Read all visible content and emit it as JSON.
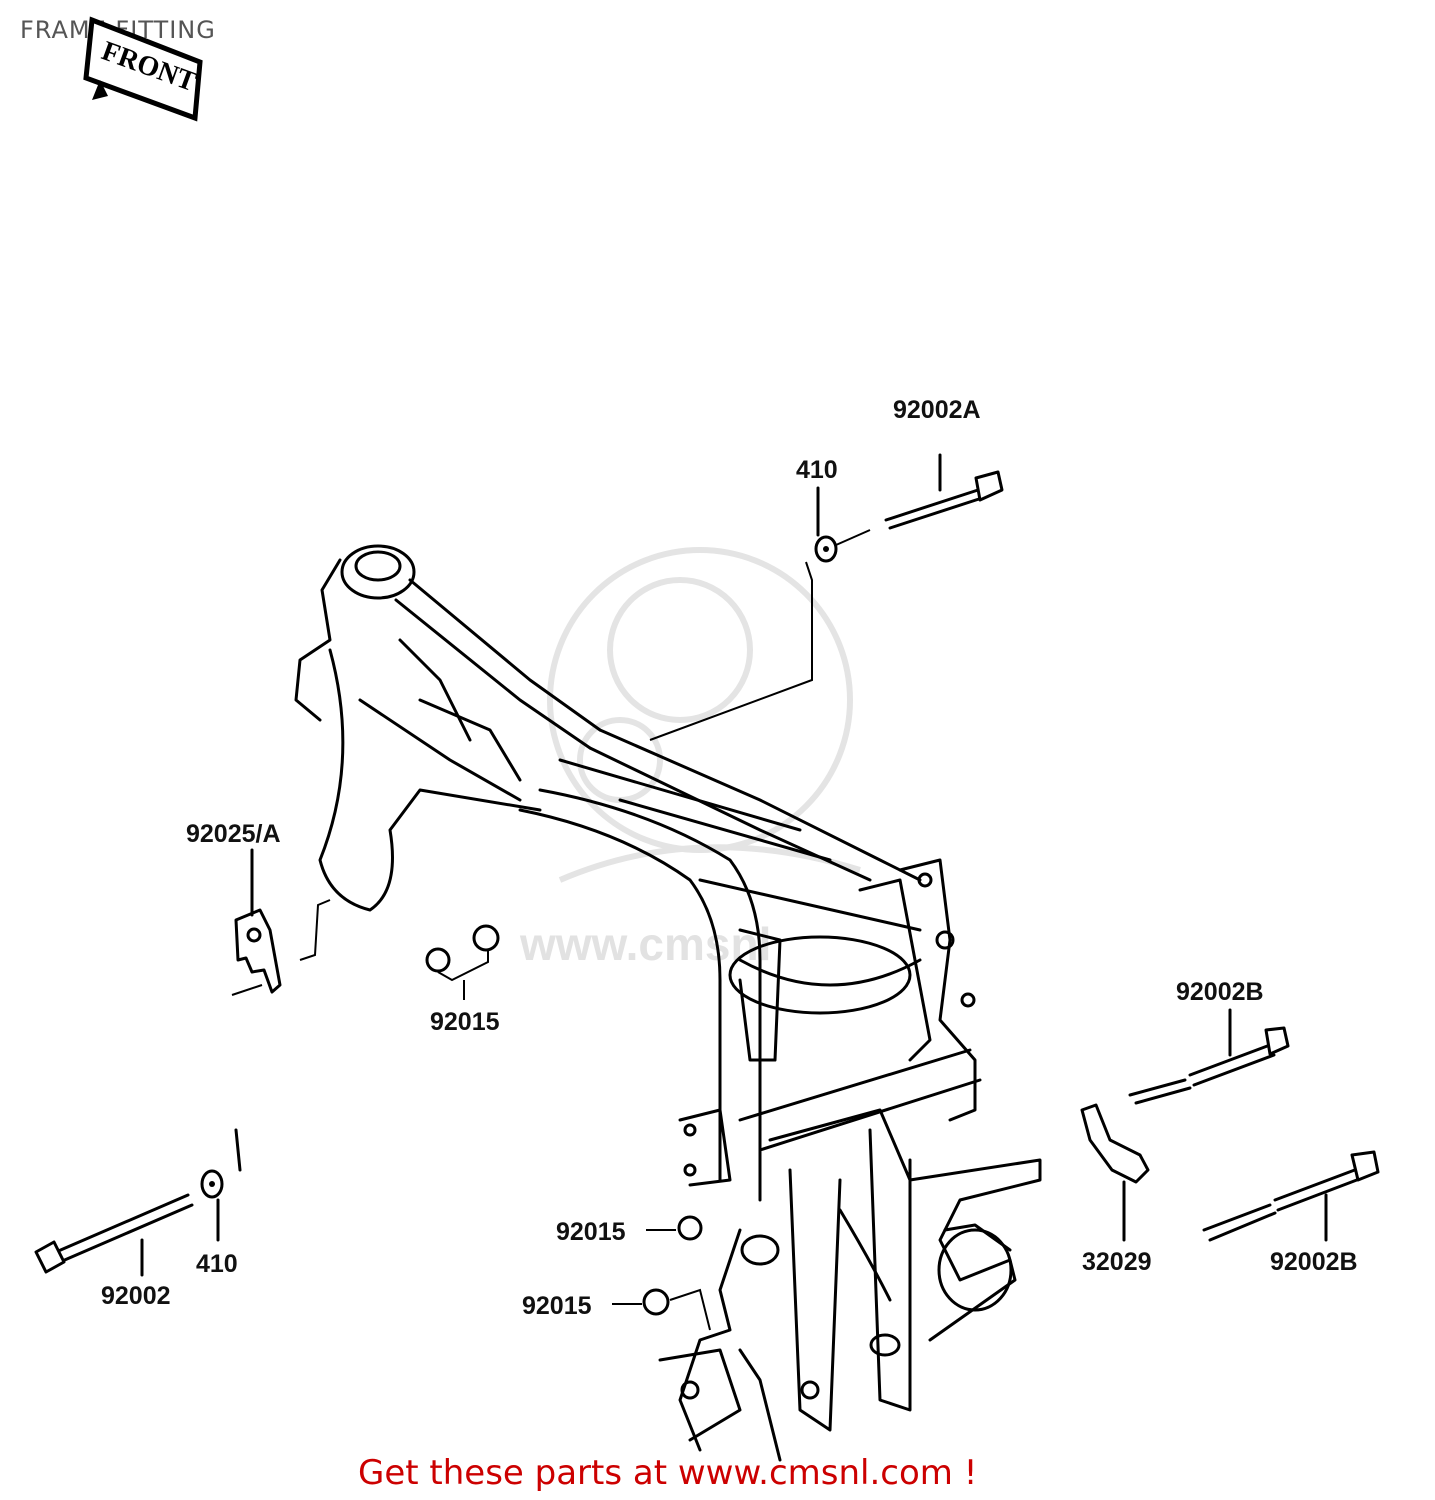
{
  "page": {
    "title": "FRAME FITTING"
  },
  "badge": {
    "label": "FRONT"
  },
  "watermark": {
    "text": "www.cmsnl"
  },
  "labels": {
    "p92002A": "92002A",
    "p410_top": "410",
    "p92025A": "92025/A",
    "p92015_a": "92015",
    "p92002B_top": "92002B",
    "p92015_b": "92015",
    "p92015_c": "92015",
    "p32029": "32029",
    "p92002B_bottom": "92002B",
    "p410_bottom": "410",
    "p92002": "92002"
  },
  "footer": {
    "text": "Get these parts at www.cmsnl.com !"
  },
  "colors": {
    "link": "#cc0000",
    "line": "#000000",
    "watermark": "#e4e4e4"
  }
}
